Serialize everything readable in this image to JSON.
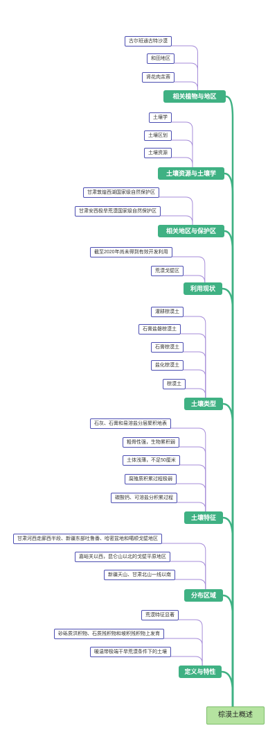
{
  "root": {
    "label": "棕漠土概述"
  },
  "branches": [
    {
      "label": "相关植物与地区",
      "children": [
        "古尔班通古特沙漠",
        "和田地区",
        "肾花肉苁蓉"
      ]
    },
    {
      "label": "土壤资源与土壤学",
      "children": [
        "土壤学",
        "土壤区划",
        "土壤资源"
      ]
    },
    {
      "label": "相关地区与保护区",
      "children": [
        "甘肃敦煌西湖国家级自然保护区",
        "甘肃安西极旱荒漠国家级自然保护区"
      ]
    },
    {
      "label": "利用现状",
      "children": [
        "截至2020年尚未得到有效开发利用",
        "荒漠戈壁区"
      ]
    },
    {
      "label": "土壤类型",
      "children": [
        "灌耕棕漠土",
        "石膏盐磐棕漠土",
        "石膏棕漠土",
        "盐化棕漠土",
        "棕漠土"
      ]
    },
    {
      "label": "土壤特征",
      "children": [
        "石灰、石膏和易溶盐分层聚积地表",
        "粗骨性强，生物累积弱",
        "土体浅薄，不足50厘米",
        "腐殖质积累过程极弱",
        "碳酸钙、可溶盐分积累过程"
      ]
    },
    {
      "label": "分布区域",
      "children": [
        "甘肃河西走廊西半段、新疆东部吐鲁番、哈密盆地和噶顺戈壁地区",
        "嘉峪关以西，昆仑山以北的戈壁平原地区",
        "新疆天山、甘肃北山一线以南"
      ]
    },
    {
      "label": "定义与特性",
      "children": [
        "荒漠特征显著",
        "砂砾质洪积物、石质残积物和坡积残积物上发育",
        "暖温带极端干旱荒漠条件下的土壤"
      ]
    }
  ],
  "colors": {
    "branch": "#3fb183",
    "leaf_border": "#4a4cb0",
    "leaf_line": "#a58bd8",
    "root_fill": "#b5e3a0"
  }
}
